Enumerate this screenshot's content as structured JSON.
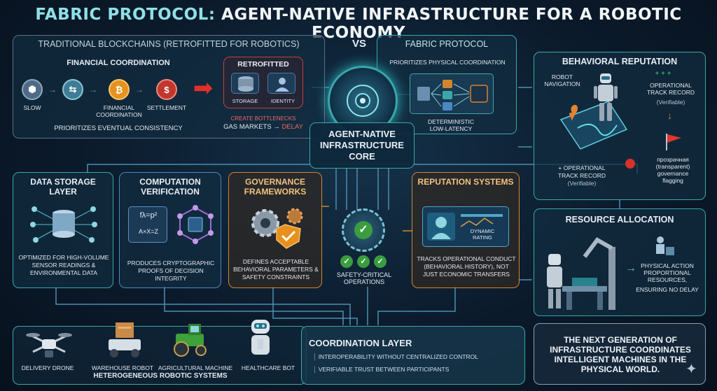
{
  "title": {
    "prefix": "FABRIC PROTOCOL:",
    "rest": "AGENT-NATIVE INFRASTRUCTURE FOR A ROBOTIC ECONOMY"
  },
  "traditional": {
    "header": "TRADITIONAL BLOCKCHAINS (RETROFITTED FOR ROBOTICS)",
    "financial_title": "FINANCIAL COORDINATION",
    "steps": [
      "SLOW",
      "FINANCIAL COORDINATION",
      "SETTLEMENT"
    ],
    "footer": "PRIORITIZES EVENTUAL CONSISTENCY",
    "retrofitted": {
      "title": "RETROFITTED",
      "storage": "STORAGE",
      "identity": "IDENTITY",
      "bottlenecks": "CREATE BOTTLENECKS",
      "gas": "GAS MARKETS",
      "arrow": "→",
      "delay": "DELAY"
    }
  },
  "vs": "VS",
  "fabric": {
    "header": "FABRIC PROTOCOL",
    "subtitle": "PRIORITIZES PHYSICAL COORDINATION",
    "caption": "DETERMINISTIC LOW-LATENCY"
  },
  "core": {
    "label": "AGENT-NATIVE INFRASTRUCTURE CORE"
  },
  "behavioral": {
    "header": "BEHAVIORAL REPUTATION",
    "robot_nav": "ROBOT NAVIGATION",
    "plus_top": "+ + +",
    "track_top": "OPERATIONAL TRACK RECORD",
    "verifiable_top": "(Verifiable)",
    "track_bottom_prefix": "+ OPERATIONAL",
    "track_bottom": "TRACK RECORD",
    "verifiable_bottom": "(Verifiable)",
    "flag_text": "прозрачная (transparent) governance flagging"
  },
  "data_storage": {
    "header": "DATA STORAGE LAYER",
    "text": "OPTIMIZED FOR HIGH-VOLUME SENSOR READINGS & ENVIRONMENTAL DATA"
  },
  "computation": {
    "header": "COMPUTATION VERIFICATION",
    "formula1": "fλ=p²",
    "formula2": "A×X=Z",
    "text": "PRODUCES CRYPTOGRAPHIC PROOFS OF DECISION INTEGRITY"
  },
  "governance": {
    "header": "GOVERNANCE FRAMEWORKS",
    "text": "DEFINES ACCEPTABLE BEHAVIORAL PARAMETERS & SAFETY CONSTRAINTS"
  },
  "safety": {
    "text": "SAFETY-CRITICAL OPERATIONS"
  },
  "reputation": {
    "header": "REPUTATION SYSTEMS",
    "rating": "DYNAMIC RATING",
    "text": "TRACKS OPERATIONAL CONDUCT (BEHAVIORAL HISTORY), NOT JUST ECONOMIC TRANSFERS"
  },
  "resource": {
    "header": "RESOURCE ALLOCATION",
    "text1": "PHYSICAL ACTION PROPORTIONAL RESOURCES,",
    "text2": "ENSURING NO DELAY"
  },
  "robots": {
    "items": [
      "DELIVERY DRONE",
      "WAREHOUSE ROBOT",
      "AGRICULTURAL MACHINE",
      "HEALTHCARE BOT"
    ],
    "caption": "HETEROGENEOUS ROBOTIC SYSTEMS"
  },
  "coordination": {
    "header": "COORDINATION LAYER",
    "items": [
      "INTEROPERABILITY WITHOUT CENTRALIZED CONTROL",
      "VERIFIABLE TRUST BETWEEN PARTICIPANTS"
    ]
  },
  "next_gen": {
    "text": "THE NEXT GENERATION OF INFRASTRUCTURE COORDINATES INTELLIGENT MACHINES IN THE PHYSICAL WORLD."
  },
  "colors": {
    "teal": "#3aa7a9",
    "orange": "#d2852c",
    "blue": "#4c86c4",
    "red": "#d9302a",
    "green": "#3a9d3f"
  }
}
